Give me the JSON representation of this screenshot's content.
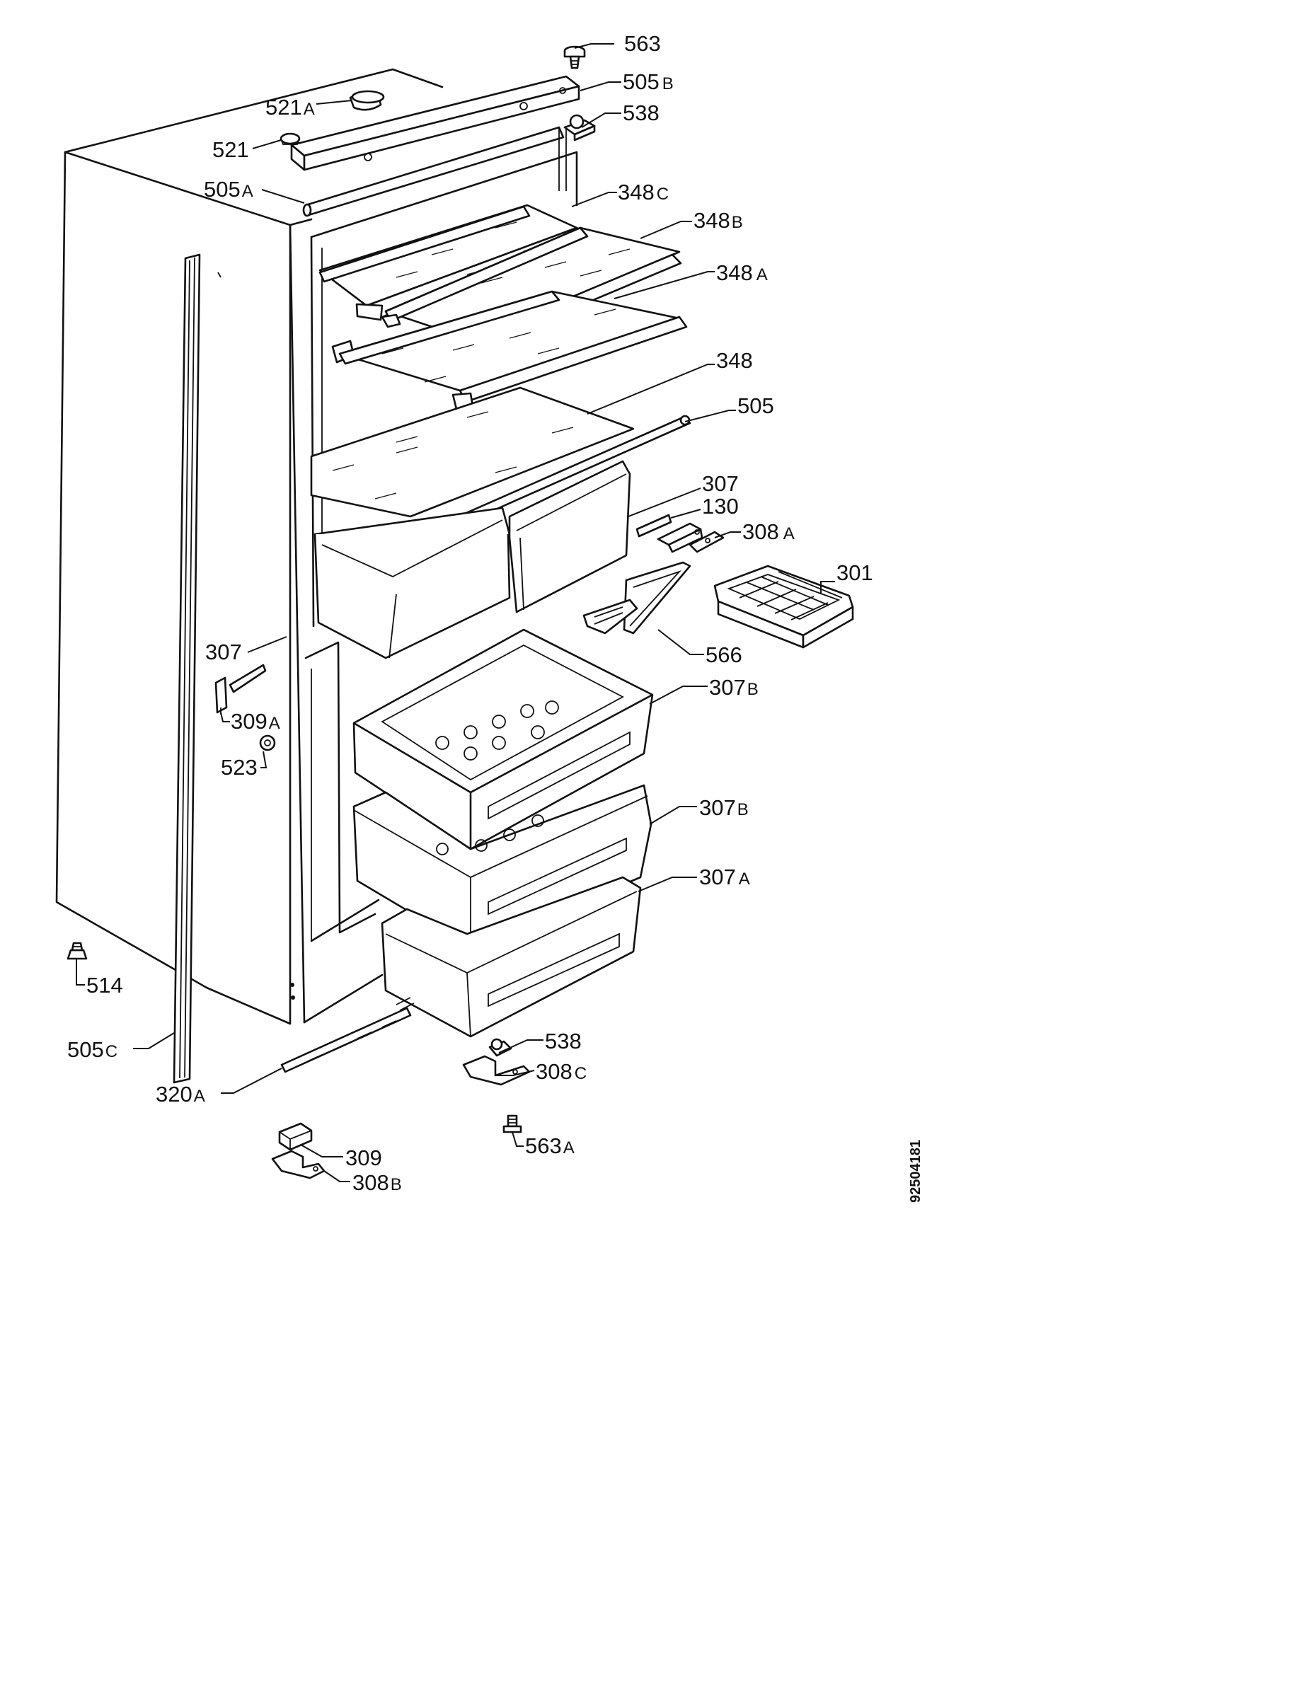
{
  "labels": {
    "p563": "563",
    "p505b": "505",
    "p505b_s": "B",
    "p538_top": "538",
    "p521a": "521",
    "p521a_s": "A",
    "p521": "521",
    "p505a": "505",
    "p505a_s": "A",
    "p348c": "348",
    "p348c_s": "C",
    "p348b": "348",
    "p348b_s": "B",
    "p348a": "348",
    "p348a_s": "A",
    "p348": "348",
    "p505": "505",
    "p307_r": "307",
    "p130": "130",
    "p308a": "308",
    "p308a_s": "A",
    "p301": "301",
    "p307_l": "307",
    "p566": "566",
    "p307b_1": "307",
    "p307b_1_s": "B",
    "p309a": "309",
    "p309a_s": "A",
    "p523": "523",
    "p307b_2": "307",
    "p307b_2_s": "B",
    "p307a": "307",
    "p307a_s": "A",
    "p514": "514",
    "p538_bot": "538",
    "p505c": "505",
    "p505c_s": "C",
    "p308c": "308",
    "p308c_s": "C",
    "p320a": "320",
    "p320a_s": "A",
    "p563a": "563",
    "p563a_s": "A",
    "p309": "309",
    "p308b": "308",
    "p308b_s": "B"
  },
  "drawing_code": "92504181"
}
